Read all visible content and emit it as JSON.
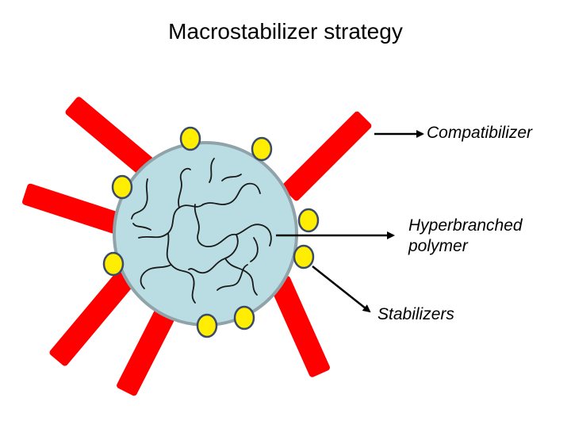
{
  "title": "Macrostabilizer strategy",
  "labels": {
    "compatibilizer": "Compatibilizer",
    "hyperbranched_line1": "Hyperbranched",
    "hyperbranched_line2": "polymer",
    "stabilizers": "Stabilizers"
  },
  "colors": {
    "particle_fill": "#b9dde3",
    "particle_stroke": "#8fa3a8",
    "compatibilizer_fill": "#ff0000",
    "stabilizer_fill": "#ffee00",
    "stabilizer_stroke": "#3a4a6a",
    "arrow": "#000000"
  }
}
